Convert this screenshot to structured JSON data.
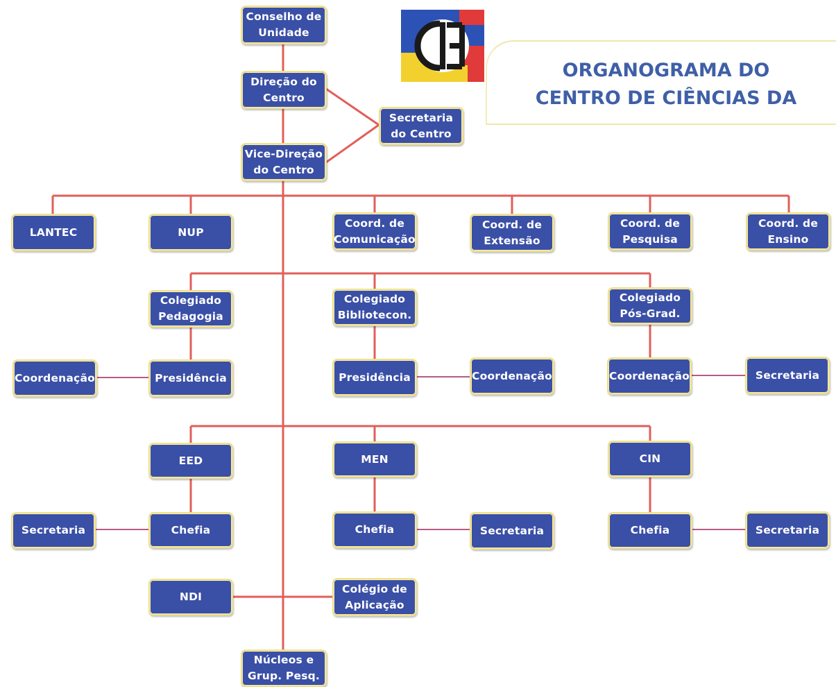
{
  "title": {
    "line1": "ORGANOGRAMA DO",
    "line2": "CENTRO DE CIÊNCIAS DA"
  },
  "logo": {
    "icon": "ced-logo",
    "colors": [
      "#e03a3a",
      "#2c52b5",
      "#f2d12e"
    ]
  },
  "colors": {
    "box": "#3a4fa6",
    "box_border": "#efe08a",
    "line": "#e05f5a",
    "title": "#3f5fa7"
  },
  "nodes": {
    "conselho": "Conselho de\nUnidade",
    "direcao": "Direção do\nCentro",
    "secretaria_centro": "Secretaria\ndo Centro",
    "vice_direcao": "Vice-Direção\ndo Centro",
    "lantec": "LANTEC",
    "nup": "NUP",
    "coord_comunicacao": "Coord. de\nComunicação",
    "coord_extensao": "Coord. de\nExtensão",
    "coord_pesquisa": "Coord. de\nPesquisa",
    "coord_ensino": "Coord. de\nEnsino",
    "colegiado_pedagogia": "Colegiado\nPedagogia",
    "colegiado_biblio": "Colegiado\nBibliotecon.",
    "colegiado_posgrad": "Colegiado\nPós-Grad.",
    "coordenacao_ped": "Coordenação",
    "presidencia_ped": "Presidência",
    "presidencia_bib": "Presidência",
    "coordenacao_bib": "Coordenação",
    "coordenacao_pos": "Coordenação",
    "secretaria_pos": "Secretaria",
    "eed": "EED",
    "men": "MEN",
    "cin": "CIN",
    "secretaria_eed": "Secretaria",
    "chefia_eed": "Chefia",
    "chefia_men": "Chefia",
    "secretaria_men": "Secretaria",
    "chefia_cin": "Chefia",
    "secretaria_cin": "Secretaria",
    "ndi": "NDI",
    "colegio_aplicacao": "Colégio de\nAplicação",
    "nucleos": "Núcleos e\nGrup. Pesq."
  }
}
